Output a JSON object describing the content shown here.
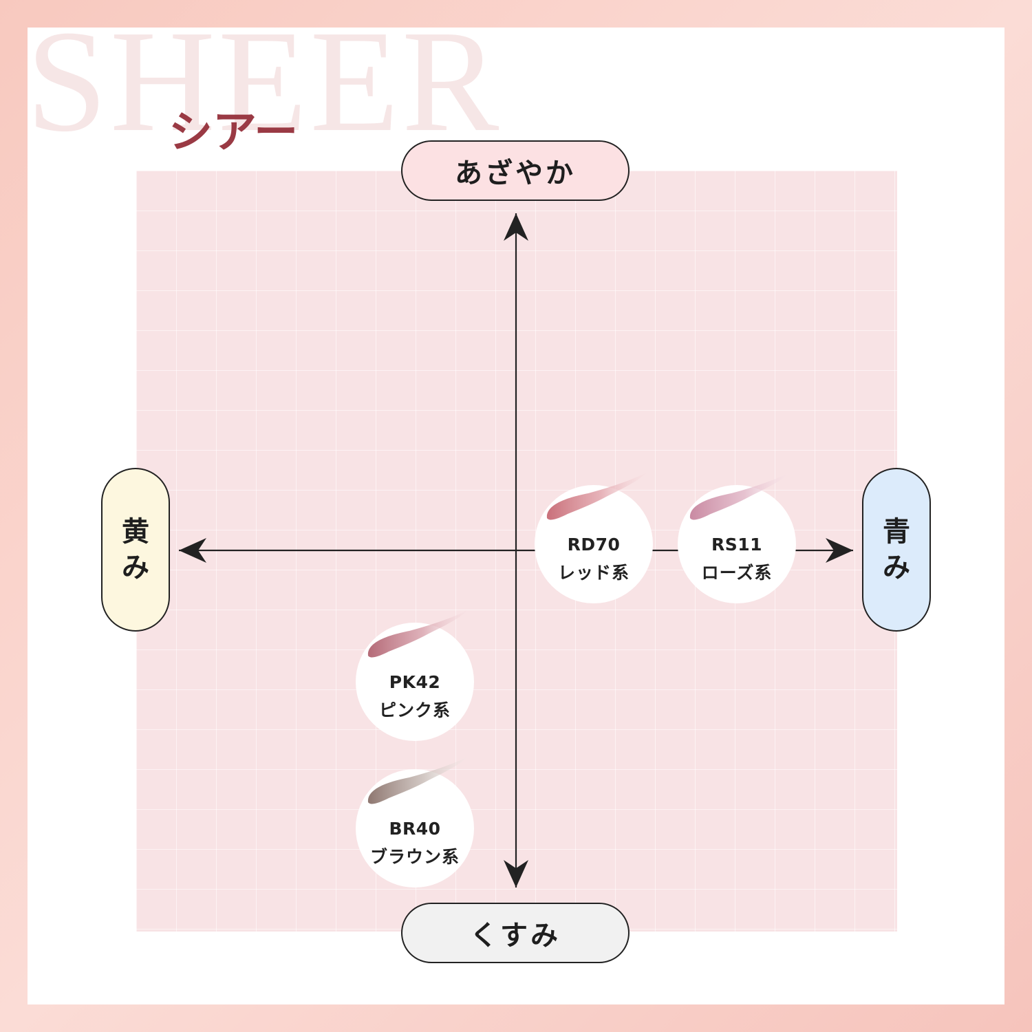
{
  "background_word": "SHEER",
  "title": "シアー",
  "axes": {
    "top": "あざやか",
    "bottom": "くすみ",
    "left": [
      "黄",
      "み"
    ],
    "right": [
      "青",
      "み"
    ]
  },
  "colors": {
    "accent": "#9a3a44",
    "grid_bg": "#f8e3e5",
    "top_pill": "#fce1e3",
    "bottom_pill": "#f1f1f1",
    "left_pill": "#fdf7df",
    "right_pill": "#dcebfb"
  },
  "shades": [
    {
      "code": "RD70",
      "type": "レッド系",
      "color": "#c9707a"
    },
    {
      "code": "RS11",
      "type": "ローズ系",
      "color": "#c98aa2"
    },
    {
      "code": "PK42",
      "type": "ピンク系",
      "color": "#b46a77"
    },
    {
      "code": "BR40",
      "type": "ブラウン系",
      "color": "#8e7770"
    }
  ]
}
